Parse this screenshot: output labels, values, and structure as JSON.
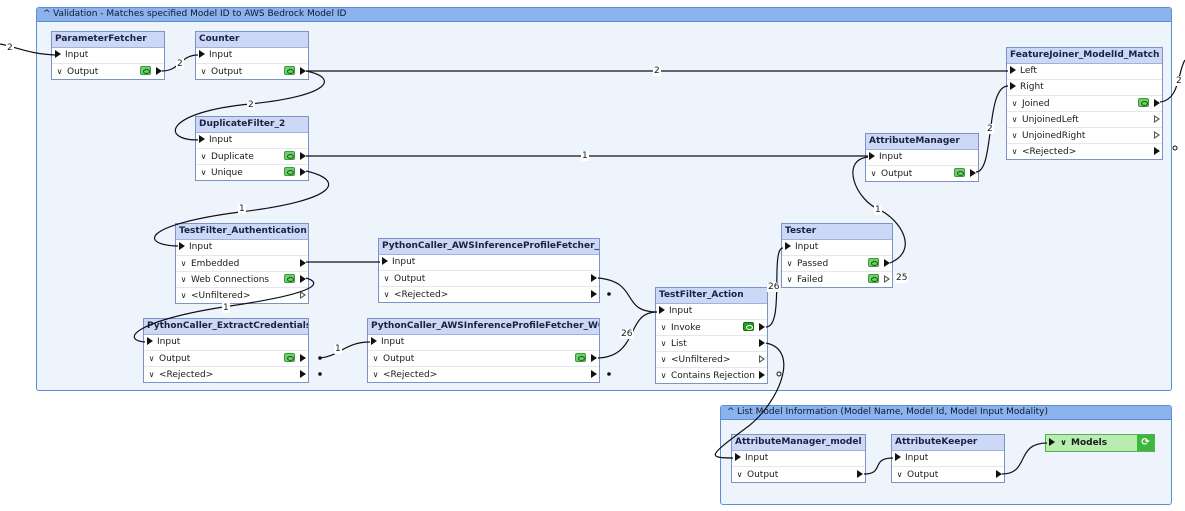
{
  "bookmarks": {
    "validation": {
      "collapse_icon": "^",
      "title": "Validation - Matches specified Model ID to AWS Bedrock Model ID"
    },
    "list_info": {
      "collapse_icon": "^",
      "title": "List Model Information (Model Name, Model Id, Model Input Modality)"
    }
  },
  "nodes": {
    "parameter_fetcher": {
      "title": "ParameterFetcher",
      "ports": {
        "input": "Input",
        "output": "Output"
      }
    },
    "counter": {
      "title": "Counter",
      "ports": {
        "input": "Input",
        "output": "Output"
      }
    },
    "duplicate_filter": {
      "title": "DuplicateFilter_2",
      "ports": {
        "input": "Input",
        "duplicate": "Duplicate",
        "unique": "Unique"
      }
    },
    "testfilter_auth": {
      "title": "TestFilter_Authentication",
      "ports": {
        "input": "Input",
        "embedded": "Embedded",
        "web_connections": "Web Connections",
        "unfiltered": "<Unfiltered>"
      }
    },
    "extract_credentials": {
      "title": "PythonCaller_ExtractCredentials",
      "ports": {
        "input": "Input",
        "output": "Output",
        "rejected": "<Rejected>"
      }
    },
    "profile_fetcher_e": {
      "title": "PythonCaller_AWSInferenceProfileFetcher_E",
      "ports": {
        "input": "Input",
        "output": "Output",
        "rejected": "<Rejected>"
      }
    },
    "profile_fetcher_wc": {
      "title": "PythonCaller_AWSInferenceProfileFetcher_WC",
      "ports": {
        "input": "Input",
        "output": "Output",
        "rejected": "<Rejected>"
      }
    },
    "testfilter_action": {
      "title": "TestFilter_Action",
      "ports": {
        "input": "Input",
        "invoke": "Invoke",
        "list": "List",
        "unfiltered": "<Unfiltered>",
        "contains_rejection": "Contains Rejection"
      }
    },
    "tester": {
      "title": "Tester",
      "ports": {
        "input": "Input",
        "passed": "Passed",
        "failed": "Failed"
      }
    },
    "attribute_manager": {
      "title": "AttributeManager",
      "ports": {
        "input": "Input",
        "output": "Output"
      }
    },
    "feature_joiner": {
      "title": "FeatureJoiner_ModelId_Match",
      "ports": {
        "left": "Left",
        "right": "Right",
        "joined": "Joined",
        "unjoined_left": "UnjoinedLeft",
        "unjoined_right": "UnjoinedRight",
        "rejected": "<Rejected>"
      }
    },
    "attribute_manager_model": {
      "title": "AttributeManager_model",
      "ports": {
        "input": "Input",
        "output": "Output"
      }
    },
    "attribute_keeper": {
      "title": "AttributeKeeper",
      "ports": {
        "input": "Input",
        "output": "Output"
      }
    },
    "models_output": {
      "title": "Models"
    }
  },
  "counts": {
    "incoming": "2",
    "param_to_counter": "2",
    "counter_to_joiner": "2",
    "counter_to_duplicate": "2",
    "duplicate_to_attrmgr": "1",
    "unique_to_testfilter": "1",
    "web_to_extract": "1",
    "extract_to_wc": "1",
    "action_input": "26",
    "invoke_to_tester": "26",
    "failed": "25",
    "tester_to_attrmgr": "1",
    "attrmgr_to_joiner": "2",
    "joined_out": "2"
  },
  "colors": {
    "bookmark_header": "#8cb2ec",
    "node_header": "#ccd8f5",
    "inspect_green": "#6fcf6a",
    "output_green": "#b8ecb0"
  },
  "icons": {
    "chevron": "∨",
    "output_connector": "⟳"
  }
}
